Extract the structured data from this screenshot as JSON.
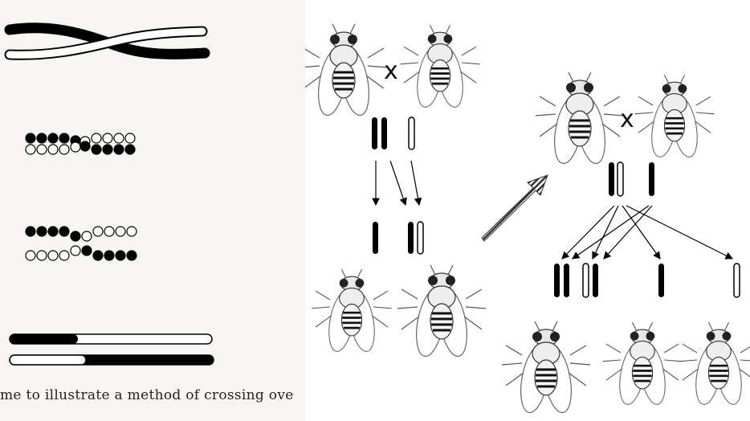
{
  "caption": "me to illustrate a method of crossing ove",
  "cross_symbols": [
    "x",
    "x"
  ]
}
